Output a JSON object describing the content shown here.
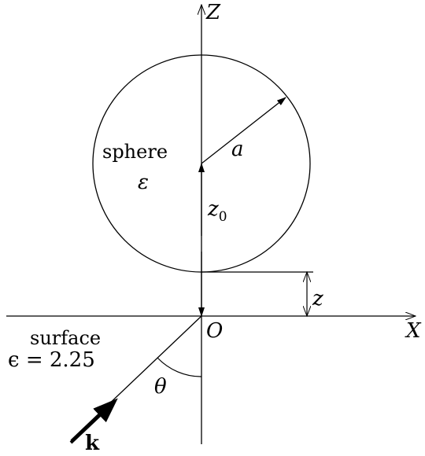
{
  "labels": {
    "z_axis": "Z",
    "x_axis": "X",
    "origin": "O",
    "radius": "a",
    "sphere_word": "sphere",
    "sphere_eps": "ε",
    "z0_main": "z",
    "z0_sub": "0",
    "gap": "z",
    "surface_word": "surface",
    "surface_eps": "ϵ = 2.25",
    "angle": "θ",
    "wavevector": "k"
  }
}
